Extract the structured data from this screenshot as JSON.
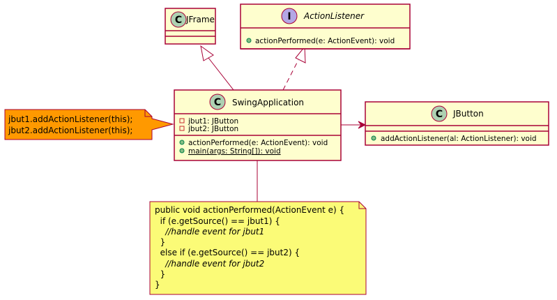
{
  "diagram": {
    "colors": {
      "class_fill": "#fefece",
      "class_border": "#a80036",
      "class_badge": "#add1b2",
      "interface_badge": "#b4a7e5",
      "note_left_fill": "#ff9900",
      "note_bottom_fill": "#fbfb77",
      "note_border": "#a80036",
      "visibility_private": "#c82930",
      "visibility_public": "#84be84"
    },
    "classes": {
      "jframe": {
        "kind": "class",
        "badge": "C",
        "name": "JFrame",
        "fields": [],
        "methods": []
      },
      "action_listener": {
        "kind": "interface",
        "badge": "I",
        "name": "ActionListener",
        "fields": [],
        "methods": [
          "actionPerformed(e: ActionEvent): void"
        ]
      },
      "swing_application": {
        "kind": "class",
        "badge": "C",
        "name": "SwingApplication",
        "fields": [
          "jbut1: JButton",
          "jbut2: JButton"
        ],
        "methods": [
          "actionPerformed(e: ActionEvent): void",
          "main(args: String[]): void"
        ]
      },
      "jbutton": {
        "kind": "class",
        "badge": "C",
        "name": "JButton",
        "fields": [],
        "methods": [
          "addActionListener(al: ActionListener): void"
        ]
      }
    },
    "notes": {
      "left": [
        "jbut1.addActionListener(this);",
        "jbut2.addActionListener(this);"
      ],
      "bottom": [
        "public void actionPerformed(ActionEvent e) {",
        "  if (e.getSource() == jbut1) {",
        "    //handle event for jbut1",
        "  }",
        "  else if (e.getSource() == jbut2) {",
        "    //handle event for jbut2",
        "  }",
        "}"
      ]
    },
    "relations": [
      {
        "from": "swing_application",
        "to": "jframe",
        "type": "extends"
      },
      {
        "from": "swing_application",
        "to": "action_listener",
        "type": "implements"
      },
      {
        "from": "swing_application",
        "to": "jbutton",
        "type": "association"
      }
    ]
  }
}
